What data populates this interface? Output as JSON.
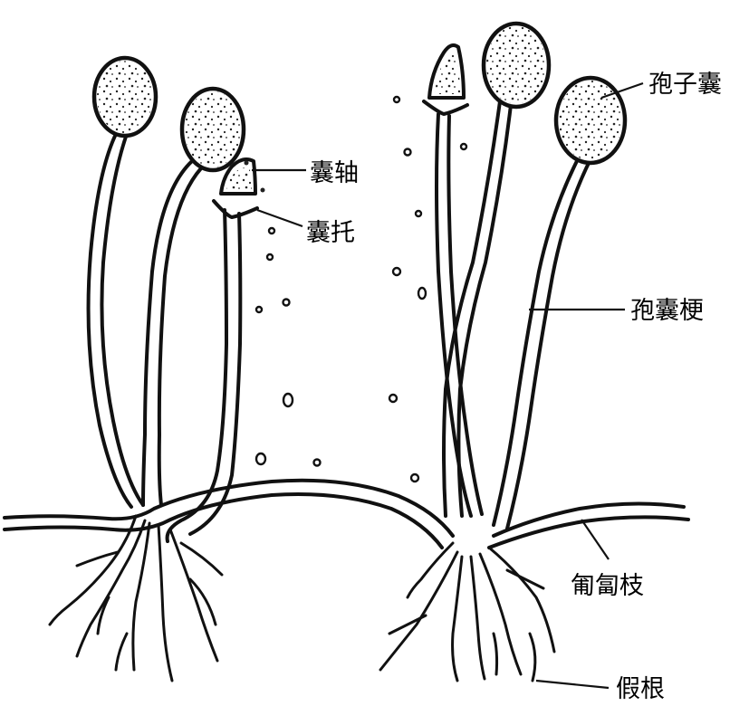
{
  "labels": {
    "columella": "囊轴",
    "apophysis": "囊托",
    "sporangium": "孢子囊",
    "sporangiophore": "孢囊梗",
    "stolon": "匍匐枝",
    "rhizoid": "假根"
  },
  "colors": {
    "ink": "#111111",
    "background": "#ffffff"
  }
}
